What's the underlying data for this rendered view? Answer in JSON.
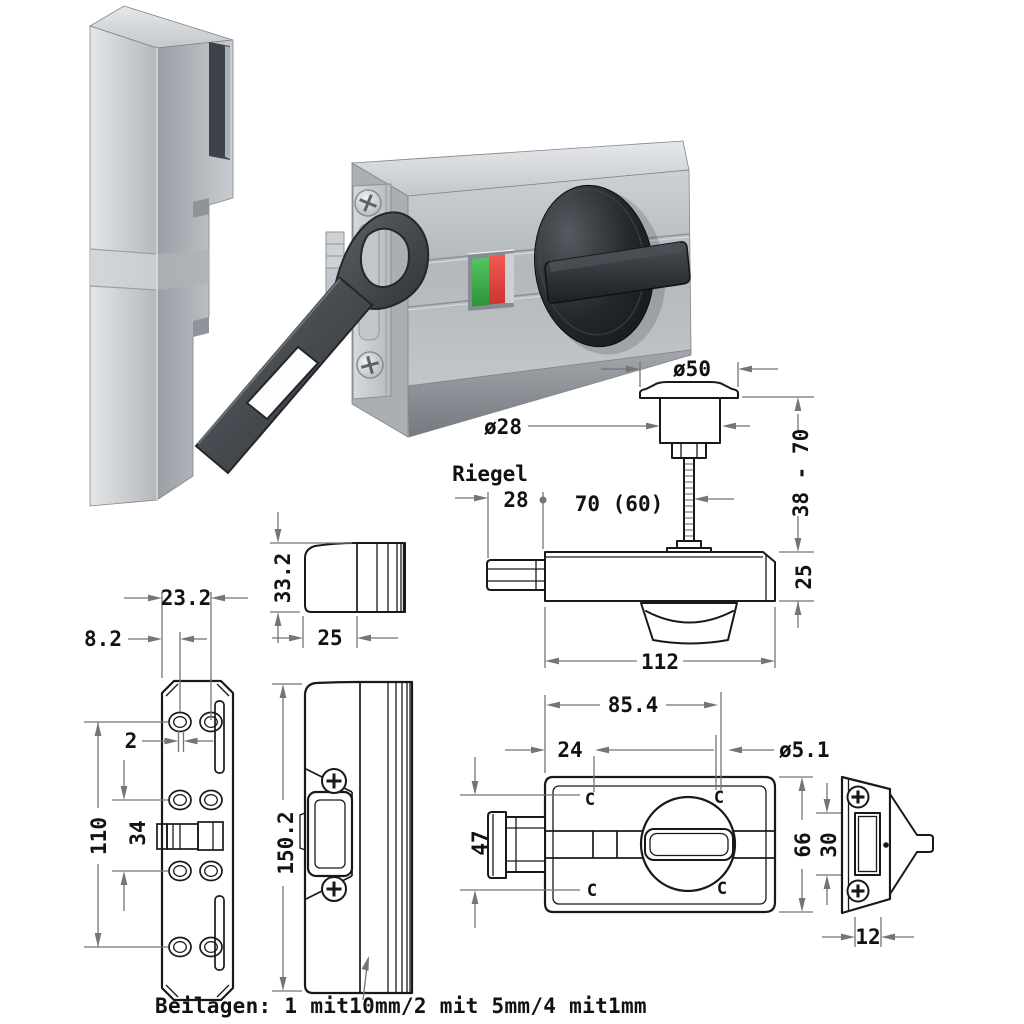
{
  "colors": {
    "indicator_green": "#3aac47",
    "indicator_red": "#e8463f",
    "metal_silver": "#c6cacd",
    "knob_black": "#1d2023",
    "line_black": "#17191b",
    "dim_gray": "#71767b"
  },
  "drawings": {
    "side_view": {
      "knob_dia": "ø50",
      "cyl_dia": "ø28",
      "bolt_label": "Riegel",
      "bolt_throw": "28",
      "rod_len": "70 (60)",
      "range": "38 - 70",
      "body_h": "25",
      "body_len": "112"
    },
    "plate_front": {
      "width": "23.2",
      "edge_offset": "8.2",
      "pair_offset": "2",
      "hole_span": "110",
      "mid_span": "34"
    },
    "cap_profile": {
      "height": "33.2",
      "depth": "25"
    },
    "plate_profile": {
      "height": "150.2"
    },
    "rear_view": {
      "hole_span": "85.4",
      "first_hole": "24",
      "hole_dia": "ø5.1",
      "bolt_h": "47",
      "strike_h": "66",
      "slot_h": "30",
      "slot_w": "12",
      "hole_mark": "C"
    },
    "caption": "Beilagen: 1 mit10mm/2 mit 5mm/4 mit1mm"
  }
}
